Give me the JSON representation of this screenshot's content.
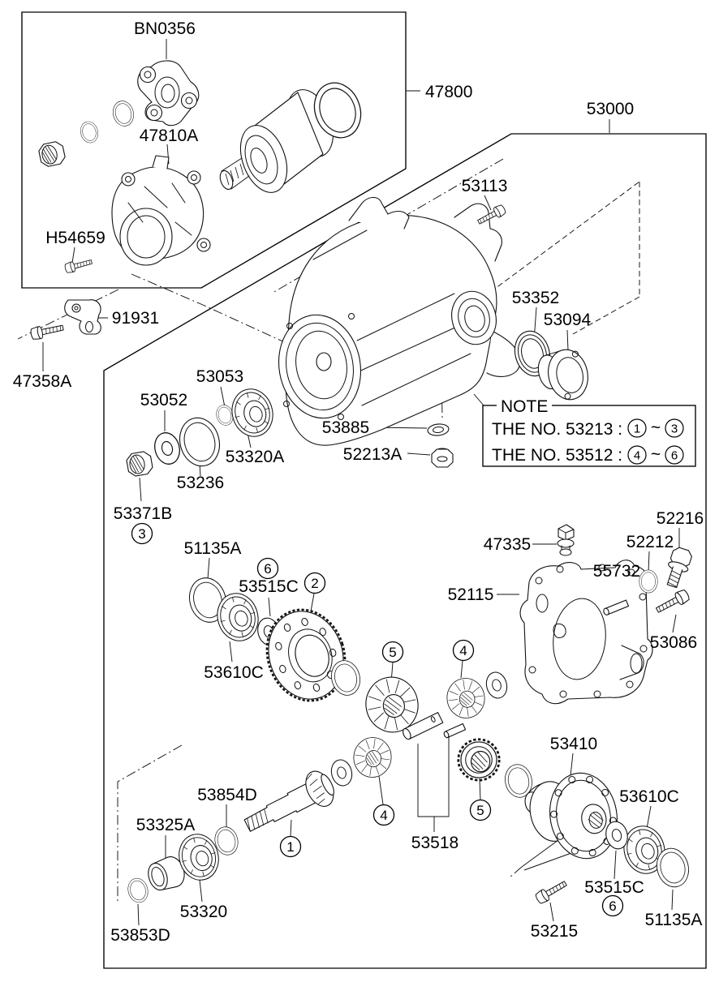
{
  "figure": {
    "background": "#ffffff",
    "ink": "#000000"
  },
  "labels": {
    "bn0356": "BN0356",
    "p47810a": "47810A",
    "h54659": "H54659",
    "p47800": "47800",
    "p53000": "53000",
    "p53113": "53113",
    "p91931": "91931",
    "p47358a": "47358A",
    "p53352": "53352",
    "p53094": "53094",
    "p53885": "53885",
    "p52213a": "52213A",
    "p53053": "53053",
    "p53052": "53052",
    "p53320a": "53320A",
    "p53236": "53236",
    "p53371b": "53371B",
    "p51135a": "51135A",
    "p53515c": "53515C",
    "p53610c": "53610C",
    "p47335": "47335",
    "p52115": "52115",
    "p52216": "52216",
    "p52212": "52212",
    "p55732": "55732",
    "p53086": "53086",
    "p53854d": "53854D",
    "p53325a": "53325A",
    "p53320": "53320",
    "p53853d": "53853D",
    "p53518": "53518",
    "p53410": "53410",
    "p53215": "53215"
  },
  "callouts": {
    "c1": "1",
    "c2": "2",
    "c3": "3",
    "c4": "4",
    "c5": "5",
    "c6": "6"
  },
  "note": {
    "title": "NOTE",
    "tilde": "~",
    "row1": {
      "text": "THE NO. 53213  :",
      "from": "1",
      "to": "3"
    },
    "row2": {
      "text": "THE NO. 53512  :",
      "from": "4",
      "to": "6"
    }
  }
}
